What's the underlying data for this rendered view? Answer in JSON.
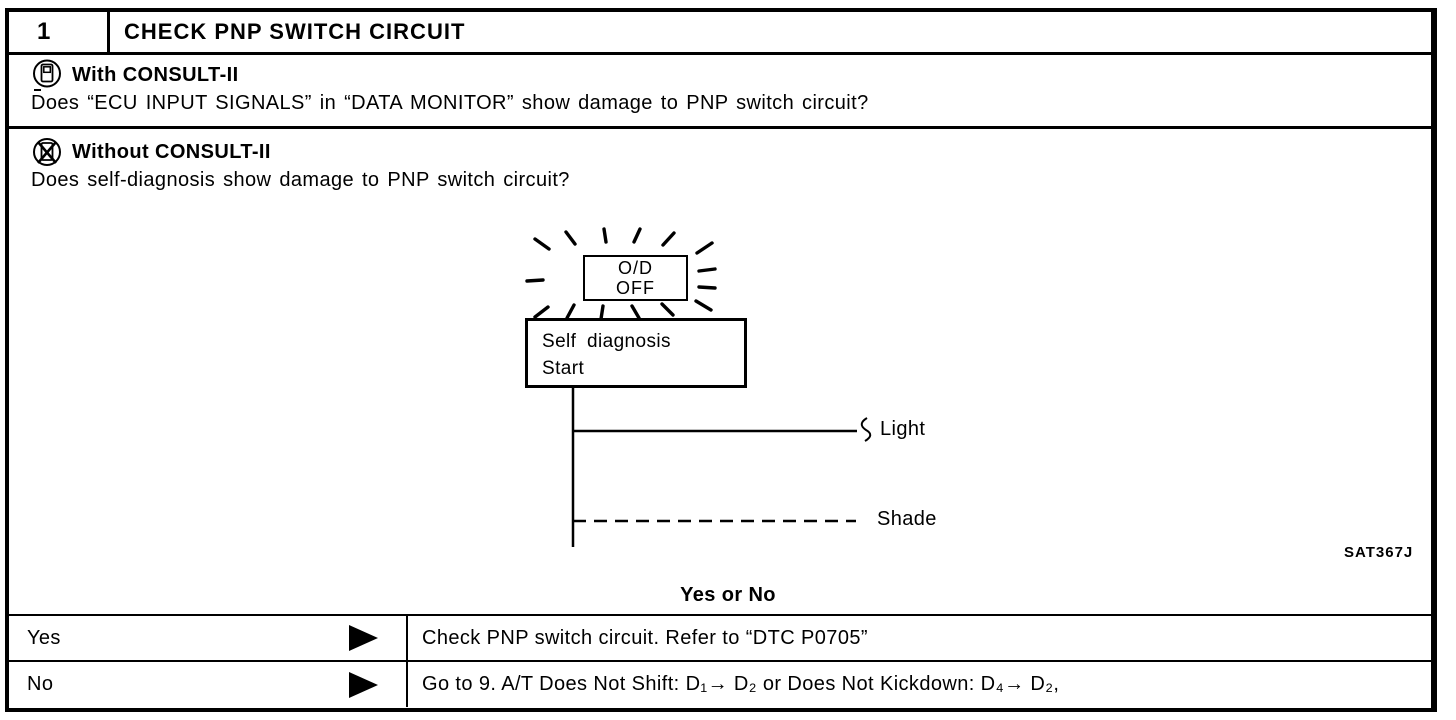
{
  "step": {
    "number": "1",
    "title": "CHECK PNP SWITCH CIRCUIT"
  },
  "with_consult": {
    "heading": "With CONSULT-II",
    "question": "Does “ECU INPUT SIGNALS” in “DATA MONITOR” show damage to PNP switch circuit?"
  },
  "without_consult": {
    "heading": "Without CONSULT-II",
    "question": "Does self-diagnosis show damage to PNP switch circuit?"
  },
  "diagram": {
    "indicator_line1": "O/D",
    "indicator_line2": "OFF",
    "box_line1": "Self diagnosis",
    "box_line2": "Start",
    "light_label": "Light",
    "shade_label": "Shade",
    "figure_code": "SAT367J"
  },
  "decision": {
    "prompt": "Yes or No",
    "rows": [
      {
        "answer": "Yes",
        "action": "Check PNP switch circuit. Refer to “DTC P0705”"
      },
      {
        "answer": "No",
        "action": "Go to 9. A/T Does Not Shift: D₁→ D₂ or Does Not Kickdown: D₄→ D₂,"
      }
    ]
  },
  "icons": {
    "with_consult_icon": "consult-tester-in-circle",
    "without_consult_icon": "consult-tester-crossed-out"
  },
  "colors": {
    "ink": "#000000",
    "paper": "#ffffff"
  }
}
